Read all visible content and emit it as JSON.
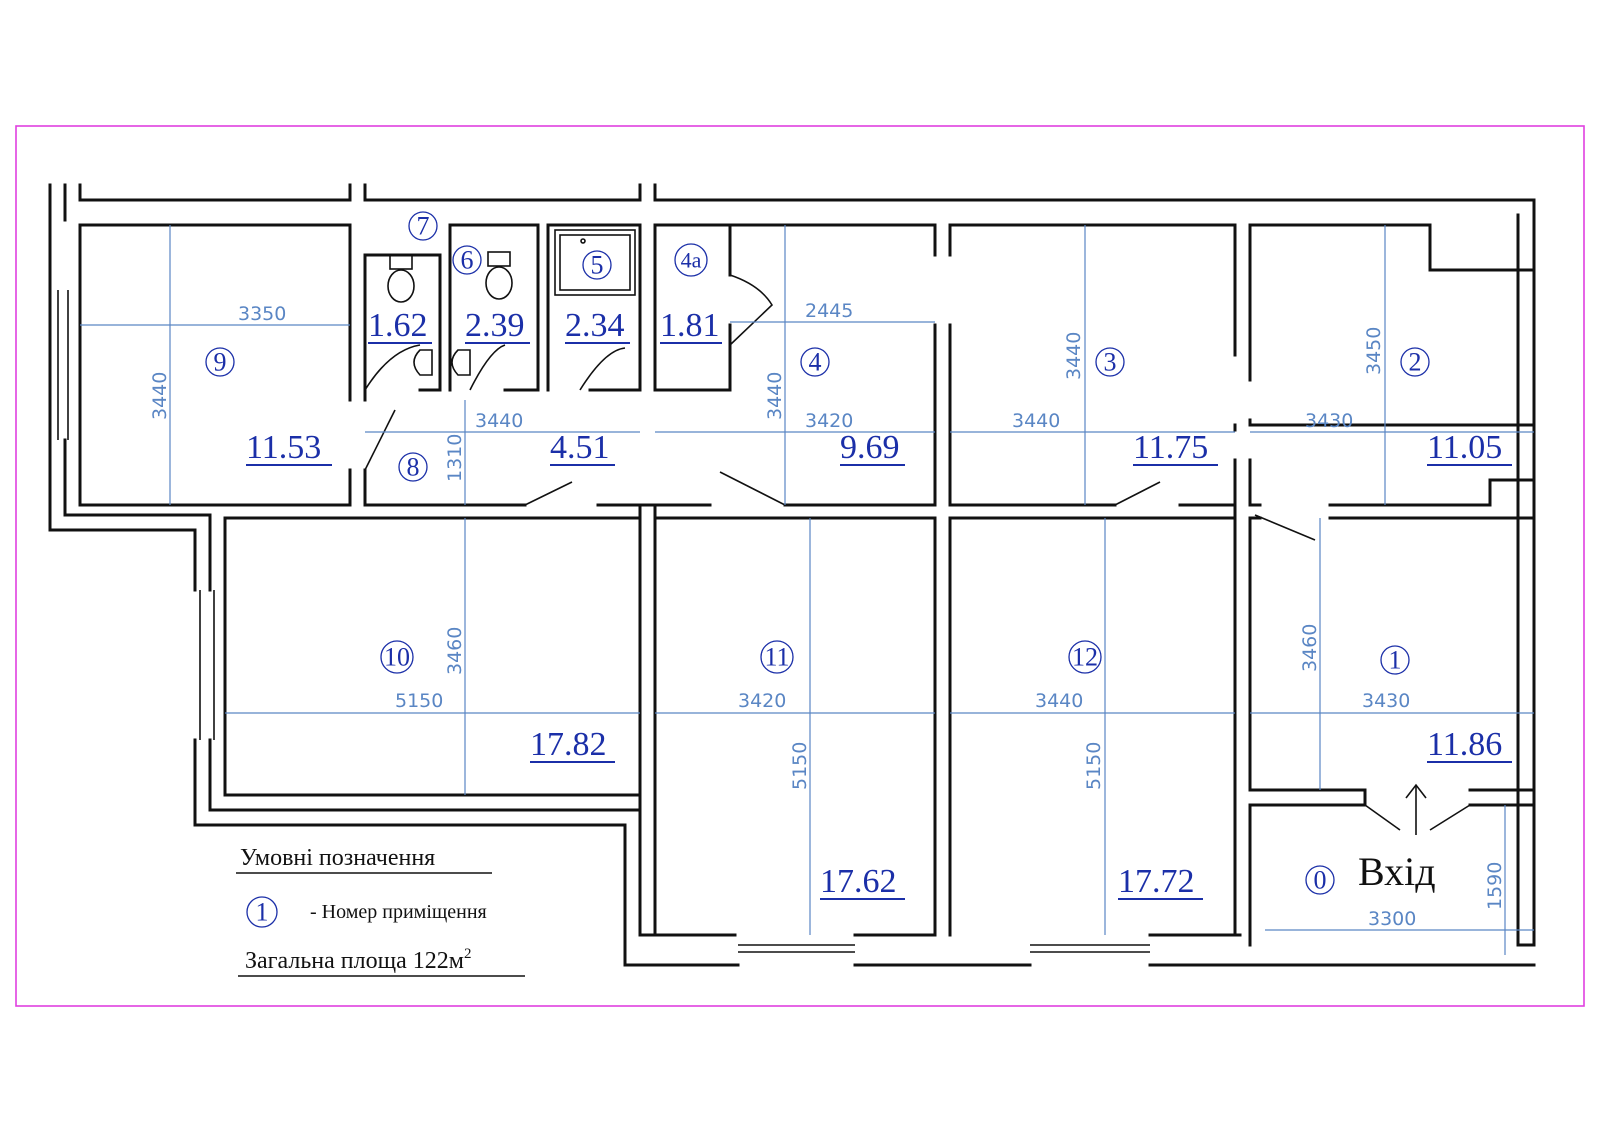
{
  "rooms": [
    {
      "id": "1",
      "area": "11.86"
    },
    {
      "id": "2",
      "area": "11.05"
    },
    {
      "id": "3",
      "area": "11.75"
    },
    {
      "id": "4",
      "area": "9.69"
    },
    {
      "id": "4а",
      "area": "1.81"
    },
    {
      "id": "5",
      "area": "2.34"
    },
    {
      "id": "6",
      "area": "2.39"
    },
    {
      "id": "7",
      "area": "1.62"
    },
    {
      "id": "8",
      "area": "4.51"
    },
    {
      "id": "9",
      "area": "11.53"
    },
    {
      "id": "10",
      "area": "17.82"
    },
    {
      "id": "11",
      "area": "17.62"
    },
    {
      "id": "12",
      "area": "17.72"
    },
    {
      "id": "0",
      "area": ""
    }
  ],
  "dimensions": {
    "d9w": "3350",
    "d9h": "3440",
    "d8w": "3440",
    "d8h": "1310",
    "d4w": "2445",
    "d4h": "3440",
    "d4w2": "3420",
    "d3w": "3440",
    "d3h": "3440",
    "d2w": "3430",
    "d2h": "3450",
    "d10h": "3460",
    "d10w": "5150",
    "d11w": "3420",
    "d11h": "5150",
    "d12w": "3440",
    "d12h": "5150",
    "d1h": "3460",
    "d1w": "3430",
    "d0w": "3300",
    "d0h": "1590"
  },
  "entrance_label": "Вхід",
  "legend": {
    "title": "Умовні позначення",
    "symbol_number": "1",
    "room_number_label": "- Номер приміщення",
    "total_area_label": "Загальна площа 122м",
    "total_area_sup": "2"
  },
  "colors": {
    "frame": "#e040e0",
    "walls": "#111111",
    "dimension": "#5a86c4",
    "labels": "#1b2fa8"
  }
}
